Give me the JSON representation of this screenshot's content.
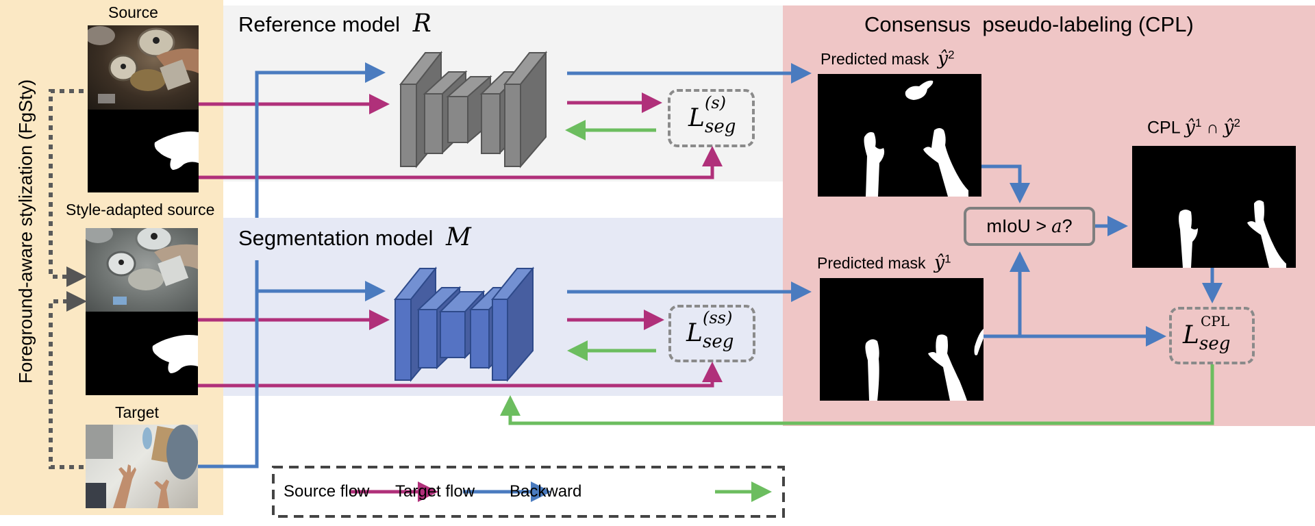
{
  "fgsty_panel": {
    "title": "Foreground-aware stylization (FgSty)",
    "source_label": "Source",
    "style_adapted_label": "Style-adapted source",
    "target_label": "Target"
  },
  "reference_panel": {
    "title": "Reference model",
    "symbol": "R",
    "loss": {
      "base": "L",
      "sup": "(s)",
      "sub": "seg"
    }
  },
  "segmentation_panel": {
    "title": "Segmentation model",
    "symbol": "M",
    "loss": {
      "base": "L",
      "sup": "(ss)",
      "sub": "seg"
    }
  },
  "cpl_panel": {
    "title": "Consensus  pseudo-labeling (CPL)",
    "mask2_label": "Predicted mask",
    "mask2_symbol": "ŷ",
    "mask2_sup": "2",
    "mask1_label": "Predicted mask",
    "mask1_symbol": "ŷ",
    "mask1_sup": "1",
    "cpl_label": "CPL",
    "cpl_expr": {
      "a": "ŷ",
      "a_sup": "1",
      "op": "∩",
      "b": "ŷ",
      "b_sup": "2"
    },
    "decision": {
      "text": "mIoU >",
      "symbol": "a",
      "suffix": "?"
    },
    "loss": {
      "base": "L",
      "sup": "CPL",
      "sub": "seg"
    }
  },
  "legend": {
    "items": [
      {
        "label": "Source flow",
        "color": "#b0307a"
      },
      {
        "label": "Target flow",
        "color": "#4a7bbf"
      },
      {
        "label": "Backward",
        "color": "#6cbd5f"
      }
    ]
  },
  "colors": {
    "fgsty_bg": "#fbe8c4",
    "reference_bg": "#f3f3f3",
    "segmentation_bg": "#e6e9f5",
    "cpl_bg": "#efc6c6",
    "source_flow": "#b0307a",
    "target_flow": "#4a7bbf",
    "backward": "#6cbd5f",
    "gray_block": "#888888",
    "blue_block": "#5573c3"
  }
}
